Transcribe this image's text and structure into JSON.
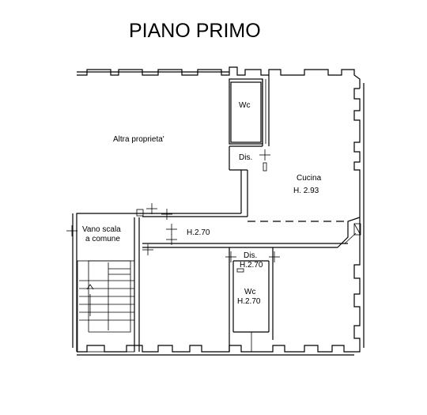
{
  "title": "PIANO PRIMO",
  "rooms": {
    "altra": "Altra proprieta'",
    "wc_top": "Wc",
    "dis_top": "Dis.",
    "cucina": "Cucina",
    "cucina_h": "H. 2.93",
    "vano1": "Vano scala",
    "vano2": "a comune",
    "corridoio_h": "H.2.70",
    "dis_bottom": "Dis.",
    "dis_bottom_h": "H.2.70",
    "wc_bottom": "Wc",
    "wc_bottom_h": "H.2.70"
  }
}
